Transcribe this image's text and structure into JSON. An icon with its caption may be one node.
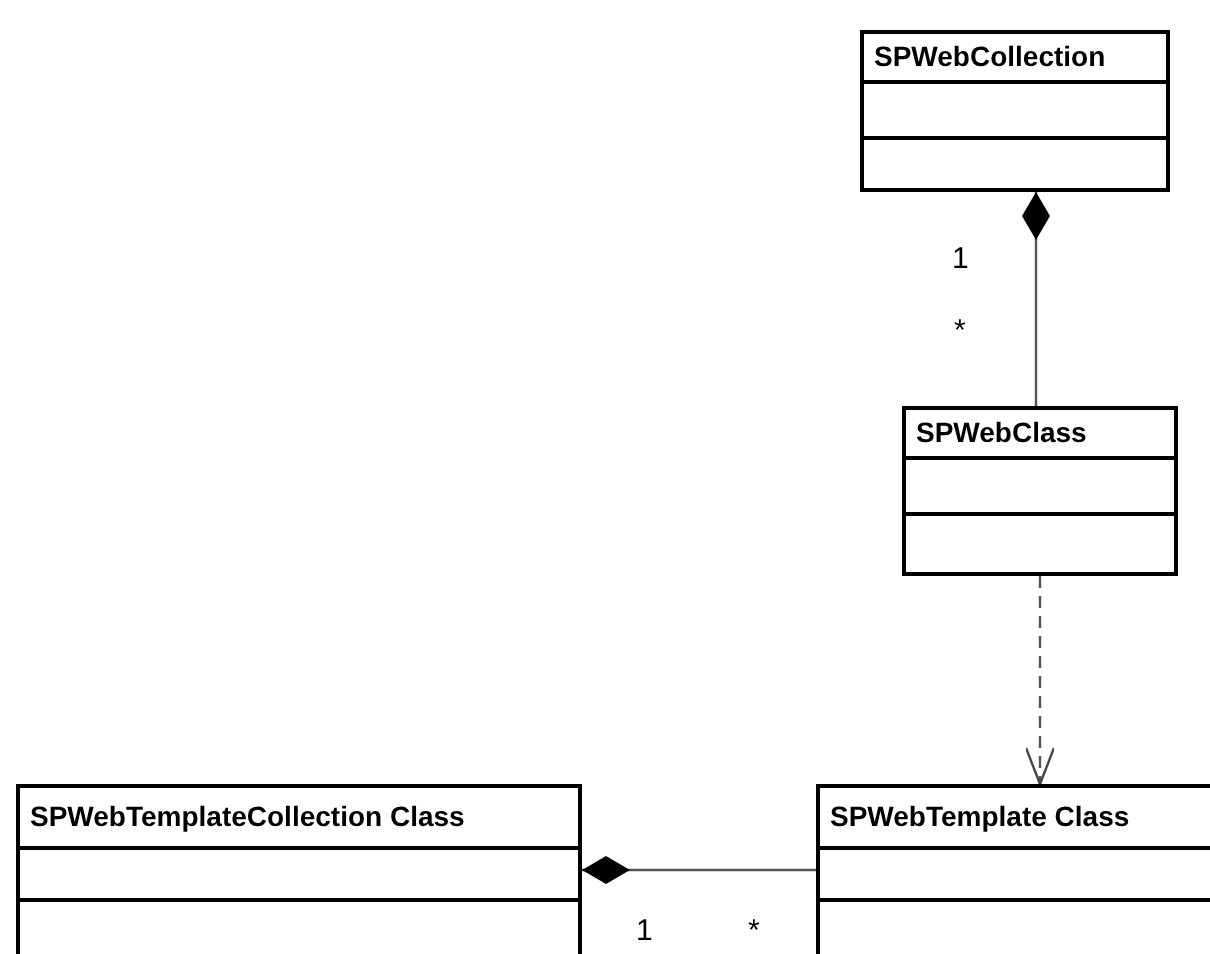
{
  "diagram": {
    "nodes": [
      {
        "text": [
          "SPWebCollection"
        ]
      },
      {
        "text": [
          "SPWebClass"
        ]
      },
      {
        "text": [
          "SPWebTemplateCollection Class"
        ]
      },
      {
        "text": [
          "SPWebTemplate Class"
        ]
      }
    ],
    "edges": [
      {
        "from": 0,
        "to": 1,
        "arrow": "other"
      },
      {
        "from": 1,
        "to": 3,
        "arrow": "to",
        "style": "dashed"
      },
      {
        "from": 2,
        "to": 3,
        "arrow": "other"
      }
    ],
    "labels": [
      "1",
      "*",
      "1",
      "*"
    ]
  }
}
